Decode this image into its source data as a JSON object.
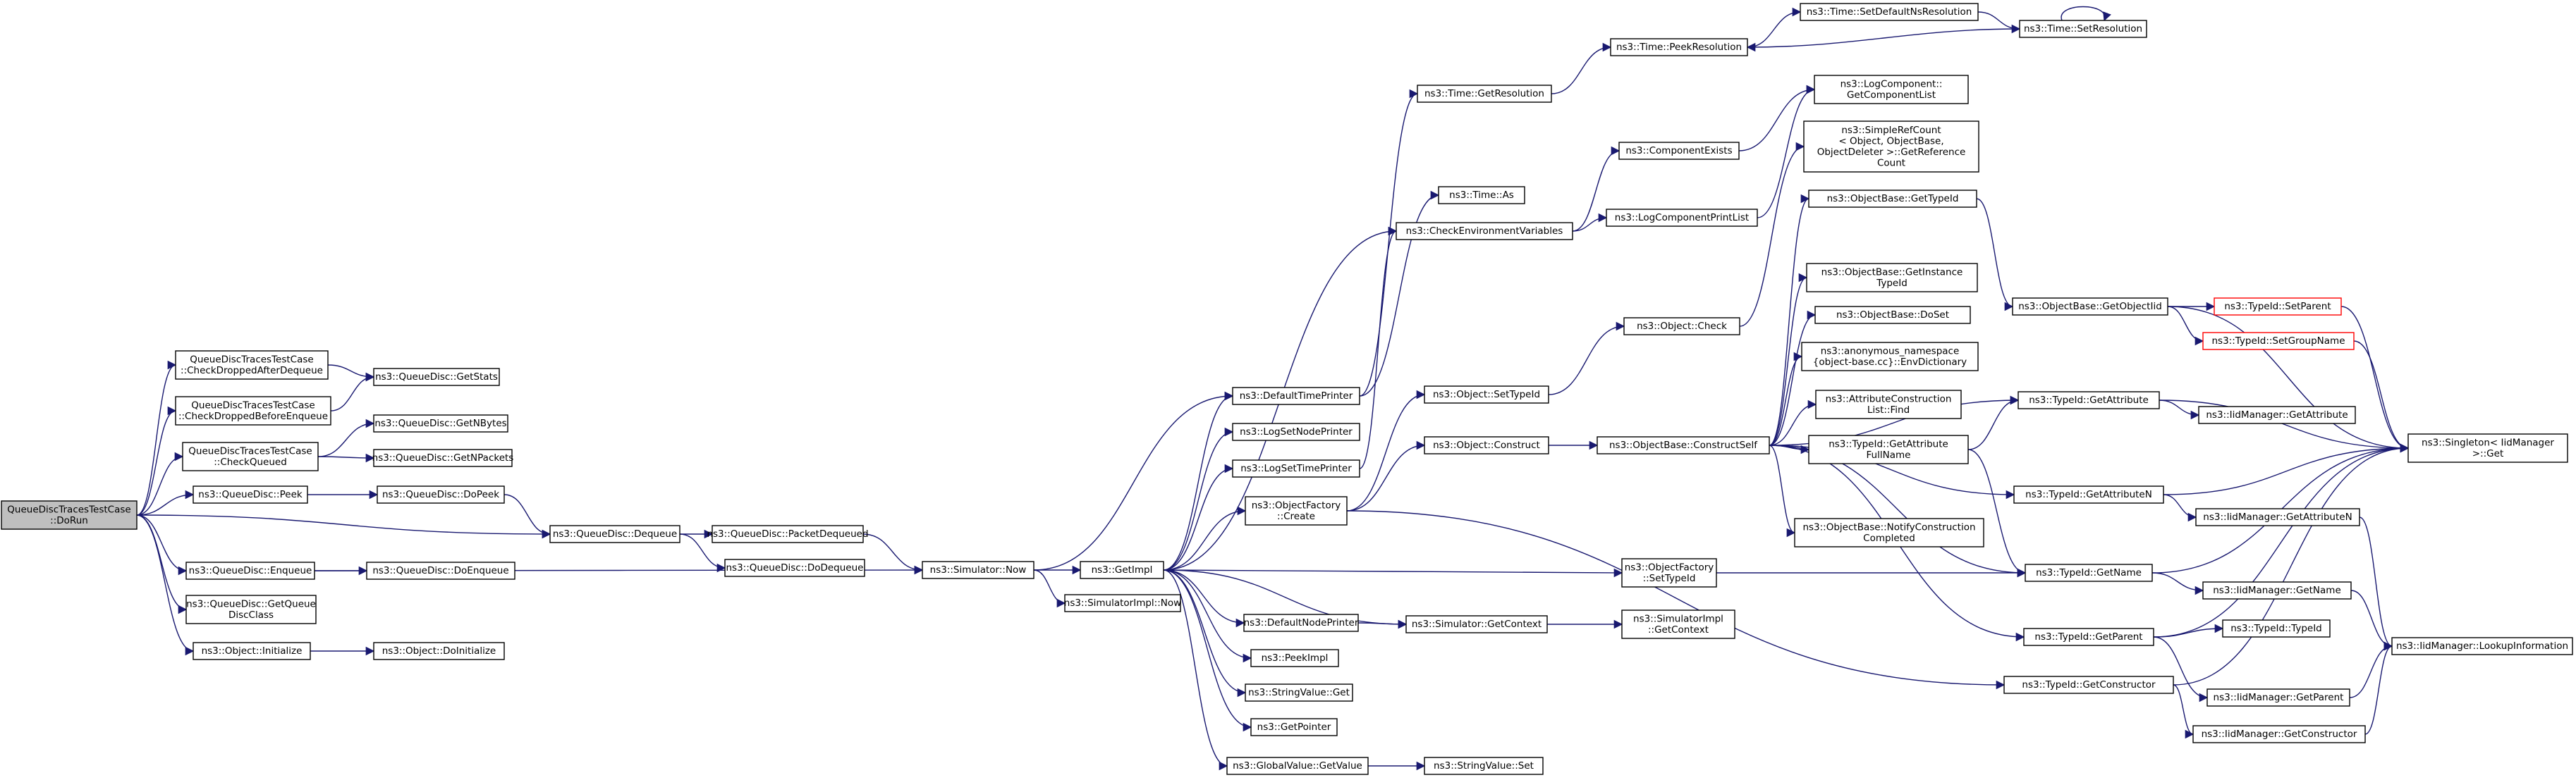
{
  "graph": {
    "edge_color": "#191970",
    "root_fill": "#bfbfbf",
    "node_fill": "#ffffff",
    "node_stroke": "#000000",
    "truncated_stroke": "#ff0000",
    "nodes": [
      {
        "id": "root",
        "lines": [
          "QueueDiscTracesTestCase",
          "::DoRun"
        ],
        "style": "root"
      },
      {
        "id": "cdad",
        "lines": [
          "QueueDiscTracesTestCase",
          "::CheckDroppedAfterDequeue"
        ]
      },
      {
        "id": "cdbe",
        "lines": [
          "QueueDiscTracesTestCase",
          "::CheckDroppedBeforeEnqueue"
        ]
      },
      {
        "id": "cq",
        "lines": [
          "QueueDiscTracesTestCase",
          "::CheckQueued"
        ]
      },
      {
        "id": "peek",
        "lines": [
          "ns3::QueueDisc::Peek"
        ]
      },
      {
        "id": "enq",
        "lines": [
          "ns3::QueueDisc::Enqueue"
        ]
      },
      {
        "id": "gqdc",
        "lines": [
          "ns3::QueueDisc::GetQueue",
          "DiscClass"
        ]
      },
      {
        "id": "oinit",
        "lines": [
          "ns3::Object::Initialize"
        ]
      },
      {
        "id": "gstats",
        "lines": [
          "ns3::QueueDisc::GetStats"
        ]
      },
      {
        "id": "gnb",
        "lines": [
          "ns3::QueueDisc::GetNBytes"
        ]
      },
      {
        "id": "gnp",
        "lines": [
          "ns3::QueueDisc::GetNPackets"
        ]
      },
      {
        "id": "dopeek",
        "lines": [
          "ns3::QueueDisc::DoPeek"
        ]
      },
      {
        "id": "deq",
        "lines": [
          "ns3::QueueDisc::Dequeue"
        ]
      },
      {
        "id": "doenq",
        "lines": [
          "ns3::QueueDisc::DoEnqueue"
        ]
      },
      {
        "id": "doinit",
        "lines": [
          "ns3::Object::DoInitialize"
        ]
      },
      {
        "id": "pdeq",
        "lines": [
          "ns3::QueueDisc::PacketDequeued"
        ]
      },
      {
        "id": "dodeq",
        "lines": [
          "ns3::QueueDisc::DoDequeue"
        ]
      },
      {
        "id": "now",
        "lines": [
          "ns3::Simulator::Now"
        ]
      },
      {
        "id": "getimpl",
        "lines": [
          "ns3::GetImpl"
        ]
      },
      {
        "id": "siminow",
        "lines": [
          "ns3::SimulatorImpl::Now"
        ]
      },
      {
        "id": "dtp",
        "lines": [
          "ns3::DefaultTimePrinter"
        ]
      },
      {
        "id": "lsnp",
        "lines": [
          "ns3::LogSetNodePrinter"
        ]
      },
      {
        "id": "lstp",
        "lines": [
          "ns3::LogSetTimePrinter"
        ]
      },
      {
        "id": "ofc",
        "lines": [
          "ns3::ObjectFactory",
          "::Create"
        ]
      },
      {
        "id": "dnp",
        "lines": [
          "ns3::DefaultNodePrinter"
        ]
      },
      {
        "id": "pimpl",
        "lines": [
          "ns3::PeekImpl"
        ]
      },
      {
        "id": "svget",
        "lines": [
          "ns3::StringValue::Get"
        ]
      },
      {
        "id": "gptr",
        "lines": [
          "ns3::GetPointer"
        ]
      },
      {
        "id": "gvgv",
        "lines": [
          "ns3::GlobalValue::GetValue"
        ]
      },
      {
        "id": "tgr",
        "lines": [
          "ns3::Time::GetResolution"
        ]
      },
      {
        "id": "tas",
        "lines": [
          "ns3::Time::As"
        ]
      },
      {
        "id": "cev",
        "lines": [
          "ns3::CheckEnvironmentVariables"
        ]
      },
      {
        "id": "ost",
        "lines": [
          "ns3::Object::SetTypeId"
        ]
      },
      {
        "id": "ocon",
        "lines": [
          "ns3::Object::Construct"
        ]
      },
      {
        "id": "ofst",
        "lines": [
          "ns3::ObjectFactory",
          "::SetTypeId"
        ]
      },
      {
        "id": "sgc",
        "lines": [
          "ns3::Simulator::GetContext"
        ]
      },
      {
        "id": "svset",
        "lines": [
          "ns3::StringValue::Set"
        ]
      },
      {
        "id": "tpr",
        "lines": [
          "ns3::Time::PeekResolution"
        ]
      },
      {
        "id": "cex",
        "lines": [
          "ns3::ComponentExists"
        ]
      },
      {
        "id": "lcpl",
        "lines": [
          "ns3::LogComponentPrintList"
        ]
      },
      {
        "id": "ochk",
        "lines": [
          "ns3::Object::Check"
        ]
      },
      {
        "id": "obcs",
        "lines": [
          "ns3::ObjectBase::ConstructSelf"
        ]
      },
      {
        "id": "sigc",
        "lines": [
          "ns3::SimulatorImpl",
          "::GetContext"
        ]
      },
      {
        "id": "tsdnr",
        "lines": [
          "ns3::Time::SetDefaultNsResolution"
        ]
      },
      {
        "id": "tsr",
        "lines": [
          "ns3::Time::SetResolution"
        ]
      },
      {
        "id": "lcgcl",
        "lines": [
          "ns3::LogComponent::",
          "GetComponentList"
        ]
      },
      {
        "id": "srcgrc",
        "lines": [
          "ns3::SimpleRefCount",
          "< Object, ObjectBase,",
          "ObjectDeleter >::GetReference",
          "Count"
        ]
      },
      {
        "id": "obgt",
        "lines": [
          "ns3::ObjectBase::GetTypeId"
        ]
      },
      {
        "id": "obgit",
        "lines": [
          "ns3::ObjectBase::GetInstance",
          "TypeId"
        ]
      },
      {
        "id": "obds",
        "lines": [
          "ns3::ObjectBase::DoSet"
        ]
      },
      {
        "id": "anon",
        "lines": [
          "ns3::anonymous_namespace",
          "{object-base.cc}::EnvDictionary"
        ]
      },
      {
        "id": "aclf",
        "lines": [
          "ns3::AttributeConstruction",
          "List::Find"
        ]
      },
      {
        "id": "tgafn",
        "lines": [
          "ns3::TypeId::GetAttribute",
          "FullName"
        ]
      },
      {
        "id": "obnc",
        "lines": [
          "ns3::ObjectBase::NotifyConstruction",
          "Completed"
        ]
      },
      {
        "id": "obgoi",
        "lines": [
          "ns3::ObjectBase::GetObjectIid"
        ]
      },
      {
        "id": "tga",
        "lines": [
          "ns3::TypeId::GetAttribute"
        ]
      },
      {
        "id": "tgan",
        "lines": [
          "ns3::TypeId::GetAttributeN"
        ]
      },
      {
        "id": "tgn",
        "lines": [
          "ns3::TypeId::GetName"
        ]
      },
      {
        "id": "tgp",
        "lines": [
          "ns3::TypeId::GetParent"
        ]
      },
      {
        "id": "tgc",
        "lines": [
          "ns3::TypeId::GetConstructor"
        ]
      },
      {
        "id": "tsp",
        "lines": [
          "ns3::TypeId::SetParent"
        ],
        "style": "red"
      },
      {
        "id": "tsgn",
        "lines": [
          "ns3::TypeId::SetGroupName"
        ],
        "style": "red"
      },
      {
        "id": "imga",
        "lines": [
          "ns3::IidManager::GetAttribute"
        ]
      },
      {
        "id": "imgan",
        "lines": [
          "ns3::IidManager::GetAttributeN"
        ]
      },
      {
        "id": "imgn",
        "lines": [
          "ns3::IidManager::GetName"
        ]
      },
      {
        "id": "ttid",
        "lines": [
          "ns3::TypeId::TypeId"
        ]
      },
      {
        "id": "imgp",
        "lines": [
          "ns3::IidManager::GetParent"
        ]
      },
      {
        "id": "imgc",
        "lines": [
          "ns3::IidManager::GetConstructor"
        ]
      },
      {
        "id": "sget",
        "lines": [
          "ns3::Singleton< IidManager",
          ">::Get"
        ]
      },
      {
        "id": "imli",
        "lines": [
          "ns3::IidManager::LookupInformation"
        ]
      }
    ],
    "edges": [
      [
        "root",
        "cdad"
      ],
      [
        "root",
        "cdbe"
      ],
      [
        "root",
        "cq"
      ],
      [
        "root",
        "peek"
      ],
      [
        "root",
        "deq"
      ],
      [
        "root",
        "enq"
      ],
      [
        "root",
        "gqdc"
      ],
      [
        "root",
        "oinit"
      ],
      [
        "cdad",
        "gstats"
      ],
      [
        "cdbe",
        "gstats"
      ],
      [
        "cq",
        "gnb"
      ],
      [
        "cq",
        "gnp"
      ],
      [
        "peek",
        "dopeek"
      ],
      [
        "dopeek",
        "deq"
      ],
      [
        "deq",
        "pdeq"
      ],
      [
        "deq",
        "dodeq"
      ],
      [
        "pdeq",
        "now"
      ],
      [
        "enq",
        "doenq"
      ],
      [
        "enq",
        "now"
      ],
      [
        "oinit",
        "doinit"
      ],
      [
        "now",
        "dtp"
      ],
      [
        "now",
        "getimpl"
      ],
      [
        "now",
        "siminow"
      ],
      [
        "getimpl",
        "dtp"
      ],
      [
        "getimpl",
        "lsnp"
      ],
      [
        "getimpl",
        "lstp"
      ],
      [
        "getimpl",
        "ofc"
      ],
      [
        "getimpl",
        "dnp"
      ],
      [
        "getimpl",
        "pimpl"
      ],
      [
        "getimpl",
        "svget"
      ],
      [
        "getimpl",
        "gptr"
      ],
      [
        "getimpl",
        "gvgv"
      ],
      [
        "getimpl",
        "ofst"
      ],
      [
        "getimpl",
        "cev"
      ],
      [
        "getimpl",
        "sgc"
      ],
      [
        "dtp",
        "tgr"
      ],
      [
        "dtp",
        "tas"
      ],
      [
        "lstp",
        "cev"
      ],
      [
        "ofc",
        "ost"
      ],
      [
        "ofc",
        "ocon"
      ],
      [
        "ofc",
        "tgc"
      ],
      [
        "dnp",
        "sgc"
      ],
      [
        "sgc",
        "sigc"
      ],
      [
        "gvgv",
        "svset"
      ],
      [
        "tgr",
        "tpr"
      ],
      [
        "tpr",
        "tsdnr"
      ],
      [
        "tsdnr",
        "tsr"
      ],
      [
        "tsr",
        "tpr"
      ],
      [
        "tsr",
        "tsr"
      ],
      [
        "cev",
        "cex"
      ],
      [
        "cev",
        "lcpl"
      ],
      [
        "cex",
        "lcgcl"
      ],
      [
        "lcpl",
        "lcgcl"
      ],
      [
        "ost",
        "ochk"
      ],
      [
        "ocon",
        "obcs"
      ],
      [
        "ochk",
        "srcgrc"
      ],
      [
        "obcs",
        "obgt"
      ],
      [
        "obcs",
        "obgit"
      ],
      [
        "obcs",
        "obds"
      ],
      [
        "obcs",
        "anon"
      ],
      [
        "obcs",
        "aclf"
      ],
      [
        "obcs",
        "tgafn"
      ],
      [
        "obcs",
        "obnc"
      ],
      [
        "obcs",
        "tga"
      ],
      [
        "obcs",
        "tgan"
      ],
      [
        "obcs",
        "tgn"
      ],
      [
        "obcs",
        "tgp"
      ],
      [
        "obgt",
        "obgoi"
      ],
      [
        "obgoi",
        "tsp"
      ],
      [
        "obgoi",
        "tsgn"
      ],
      [
        "obgoi",
        "sget"
      ],
      [
        "tgafn",
        "tga"
      ],
      [
        "tgafn",
        "tgn"
      ],
      [
        "tga",
        "imga"
      ],
      [
        "tga",
        "sget"
      ],
      [
        "tgan",
        "imgan"
      ],
      [
        "tgan",
        "sget"
      ],
      [
        "ofst",
        "tgn"
      ],
      [
        "tgn",
        "imgn"
      ],
      [
        "tgn",
        "sget"
      ],
      [
        "tgp",
        "imgp"
      ],
      [
        "tgp",
        "ttid"
      ],
      [
        "tgp",
        "sget"
      ],
      [
        "tgc",
        "imgc"
      ],
      [
        "tgc",
        "sget"
      ],
      [
        "imgan",
        "imli"
      ],
      [
        "imgn",
        "imli"
      ],
      [
        "imgp",
        "imli"
      ],
      [
        "imgc",
        "imli"
      ],
      [
        "tsp",
        "sget"
      ],
      [
        "tsgn",
        "sget"
      ]
    ]
  }
}
